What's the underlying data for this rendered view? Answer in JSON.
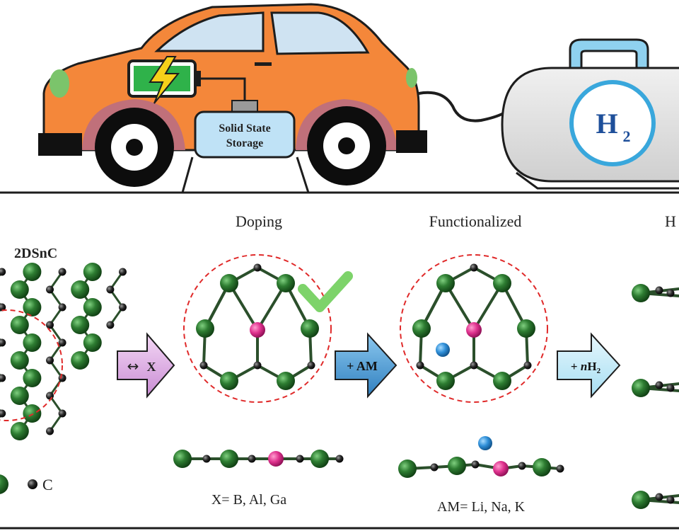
{
  "car": {
    "storage_line1": "Solid State",
    "storage_line2": "Storage"
  },
  "tank": {
    "h2_symbol": "H",
    "h2_subscript": "2"
  },
  "lattice": {
    "material_label": "2DSnC",
    "legend_c": "C"
  },
  "steps": [
    {
      "title": "Doping",
      "arrow_symbol": "↔",
      "arrow_text": "X",
      "caption": "X= B, Al, Ga"
    },
    {
      "title": "Functionalized",
      "arrow_text": "+ AM",
      "caption": "AM= Li, Na, K"
    },
    {
      "title": "H",
      "arrow_prefix": "+ ",
      "arrow_italic": "n",
      "arrow_h": "H",
      "arrow_sub": "2"
    }
  ],
  "colors": {
    "car_body": "#f4873a",
    "window": "#cfe3f2",
    "tin_atom": "#2e7d32",
    "dopant_atom": "#e0338f",
    "alkali_atom": "#2f8fd8",
    "carbon_atom": "#2a2a2a",
    "arrow_doping": "#e6b6ea",
    "arrow_am": "#5aa8dd",
    "arrow_h2": "#c8ecf8",
    "check": "#7dd36a",
    "tank_body": "#dedede"
  }
}
